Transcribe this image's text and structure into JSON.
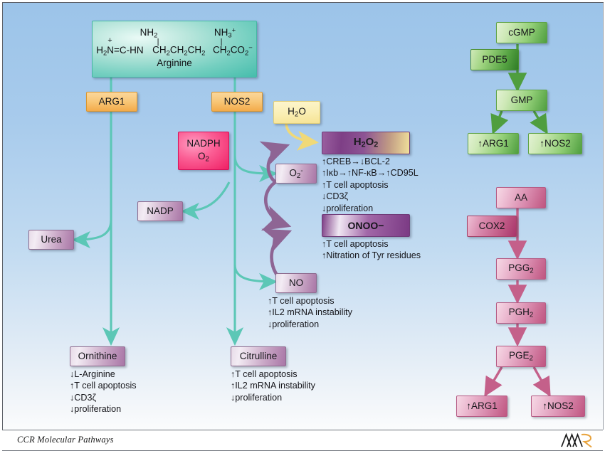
{
  "footer": {
    "label": "CCR Molecular Pathways",
    "logo": "aacr-logo"
  },
  "arginine_banner": {
    "name": "Arginine",
    "formula_top_left": "NH",
    "formula_top_left_sub": "2",
    "formula_top_right": "NH",
    "formula_top_right_sub": "3",
    "formula_top_right_sup": "+",
    "formula_main_left_h": "H",
    "formula_main_left_sub": "2",
    "formula_main_left_rest": "N=C-HN",
    "formula_plus": "+",
    "formula_chain": "CH2CH2CH2 CH2CO2",
    "formula_chain_sup": "−",
    "label": "Arginine"
  },
  "nodes": {
    "arg1": "ARG1",
    "nos2": "NOS2",
    "h2o": "H2O",
    "nadph_o2_line1": "NADPH",
    "nadph_o2_line2": "O2",
    "urea": "Urea",
    "nadp": "NADP",
    "superoxide": "O2-",
    "h2o2": "H2O2",
    "onoo": "ONOO−",
    "no": "NO",
    "ornithine": "Ornithine",
    "citrulline": "Citrulline",
    "cgmp": "cGMP",
    "pde5": "PDE5",
    "gmp": "GMP",
    "green_arg1": "↑ARG1",
    "green_nos2": "↑NOS2",
    "aa": "AA",
    "cox2": "COX2",
    "pgg2": "PGG2",
    "pgh2": "PGH2",
    "pge2": "PGE2",
    "pink_arg1": "↑ARG1",
    "pink_nos2": "↑NOS2"
  },
  "annotations": {
    "h2o2": [
      "↑CREB→↓BCL-2",
      "↑Iκb→↑NF-κB→↑CD95L",
      "↑T cell apoptosis",
      "↓CD3ζ",
      "↓proliferation"
    ],
    "onoo": [
      "↑T cell apoptosis",
      "↑Nitration of Tyr residues"
    ],
    "no": [
      "↑T cell apoptosis",
      "↑IL2 mRNA instability",
      "↓proliferation"
    ],
    "ornithine": [
      "↓L-Arginine",
      "↑T cell apoptosis",
      "↓CD3ζ",
      "↓proliferation"
    ],
    "citrulline": [
      "↑T cell apoptosis",
      "↑IL2 mRNA instability",
      "↓proliferation"
    ]
  },
  "colors": {
    "background_top": "#9cc4e9",
    "background_bottom": "#fbfcfd",
    "teal_arrow": "#5cc7b6",
    "purple_arrow": "#8e6594",
    "yellow_arrow": "#f2dc86",
    "green_arrow": "#4f9e3f",
    "pink_arrow": "#c4608a",
    "aacr_orange": "#e8a33d"
  }
}
